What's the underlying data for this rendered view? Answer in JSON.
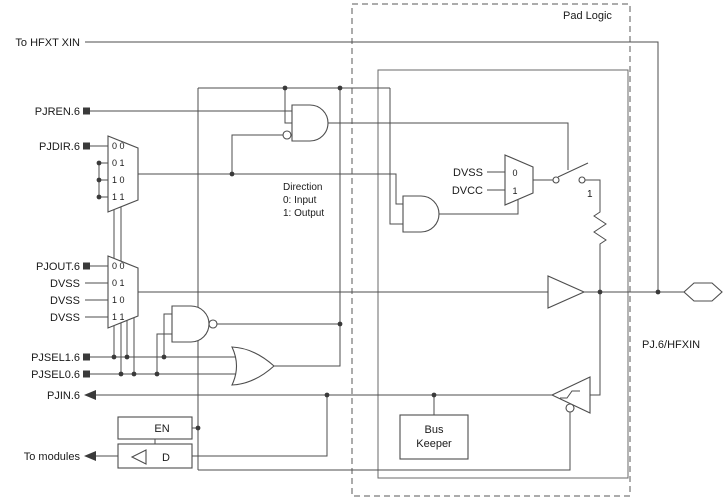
{
  "diagram": {
    "pad_logic_label": "Pad Logic",
    "pad_name": "PJ.6/HFXIN",
    "left_signals": {
      "to_hfxt": "To HFXT XIN",
      "pjren": "PJREN.6",
      "pjdir": "PJDIR.6",
      "pjout": "PJOUT.6",
      "dvss_row1": "DVSS",
      "dvss_row2": "DVSS",
      "dvss_row3": "DVSS",
      "pjsel1": "PJSEL1.6",
      "pjsel0": "PJSEL0.6",
      "pjin": "PJIN.6",
      "to_modules": "To modules"
    },
    "direction_mux": {
      "row0": "0 0",
      "row1": "0 1",
      "row2": "1 0",
      "row3": "1 1"
    },
    "output_mux": {
      "row0": "0 0",
      "row1": "0 1",
      "row2": "1 0",
      "row3": "1 1"
    },
    "direction_note": {
      "title": "Direction",
      "input": "0: Input",
      "output": "1: Output"
    },
    "pull_mux": {
      "in0_label": "DVSS",
      "in1_label": "DVCC",
      "row0": "0",
      "row1": "1"
    },
    "switch_position_label": "1",
    "bus_keeper": {
      "line1": "Bus",
      "line2": "Keeper"
    },
    "input_latch": {
      "en": "EN",
      "d": "D"
    }
  },
  "colors": {
    "wire": "#4d4d4d",
    "text": "#1a1a1a",
    "background": "#ffffff"
  }
}
